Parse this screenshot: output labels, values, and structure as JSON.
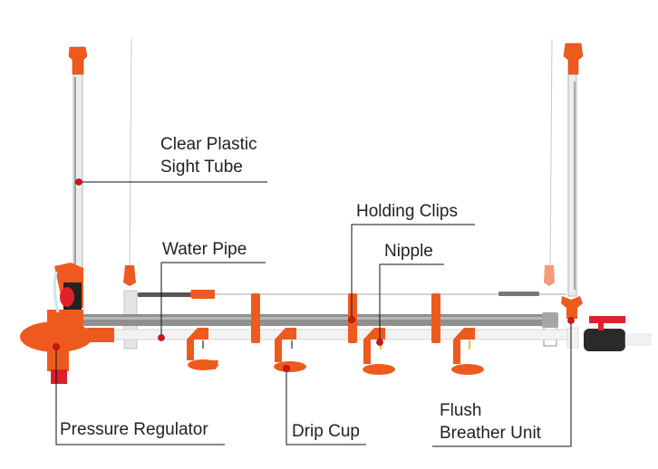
{
  "diagram": {
    "subject": "Poultry nipple drinking line assembly",
    "colors": {
      "part_orange": "#ee5a1e",
      "pointer_dot": "#e01010",
      "callout_line": "#111111",
      "label_text": "#222222",
      "pipe_gray": "#8f8f8f",
      "valve_black": "#222222",
      "valve_handle_red": "#e0202a",
      "nipple_yellow": "#f2c500"
    },
    "labels": {
      "sight_tube_line1": "Clear Plastic",
      "sight_tube_line2": "Sight Tube",
      "holding_clips": "Holding Clips",
      "water_pipe": "Water Pipe",
      "nipple": "Nipple",
      "pressure_regulator": "Pressure Regulator",
      "drip_cup": "Drip Cup",
      "flush_line1": "Flush",
      "flush_line2": "Breather Unit"
    }
  }
}
